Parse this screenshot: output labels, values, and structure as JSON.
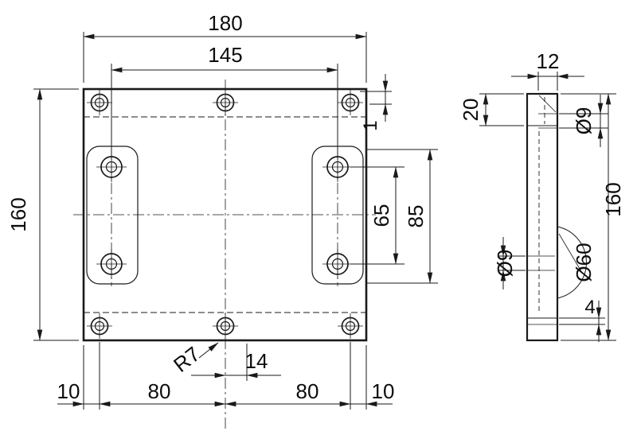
{
  "drawing": {
    "front_view": {
      "width_total": "180",
      "hole_span": "145",
      "height_total": "160",
      "margin_left": "10",
      "pitch_left": "80",
      "pitch_right": "80",
      "margin_right": "10",
      "pocket_hole_pitch": "65",
      "pocket_span": "85",
      "edge_offset": "1",
      "slot_width": "14",
      "corner_radius": "R7"
    },
    "side_view": {
      "thickness": "12",
      "top_depth": "20",
      "cbore_dia_top": "Ø9",
      "height_total": "160",
      "cbore_dia_bottom": "Ø9",
      "boss_dia": "Ø60",
      "step": "4"
    },
    "style": {
      "line_color": "#1a1a1a",
      "background": "#ffffff"
    }
  }
}
